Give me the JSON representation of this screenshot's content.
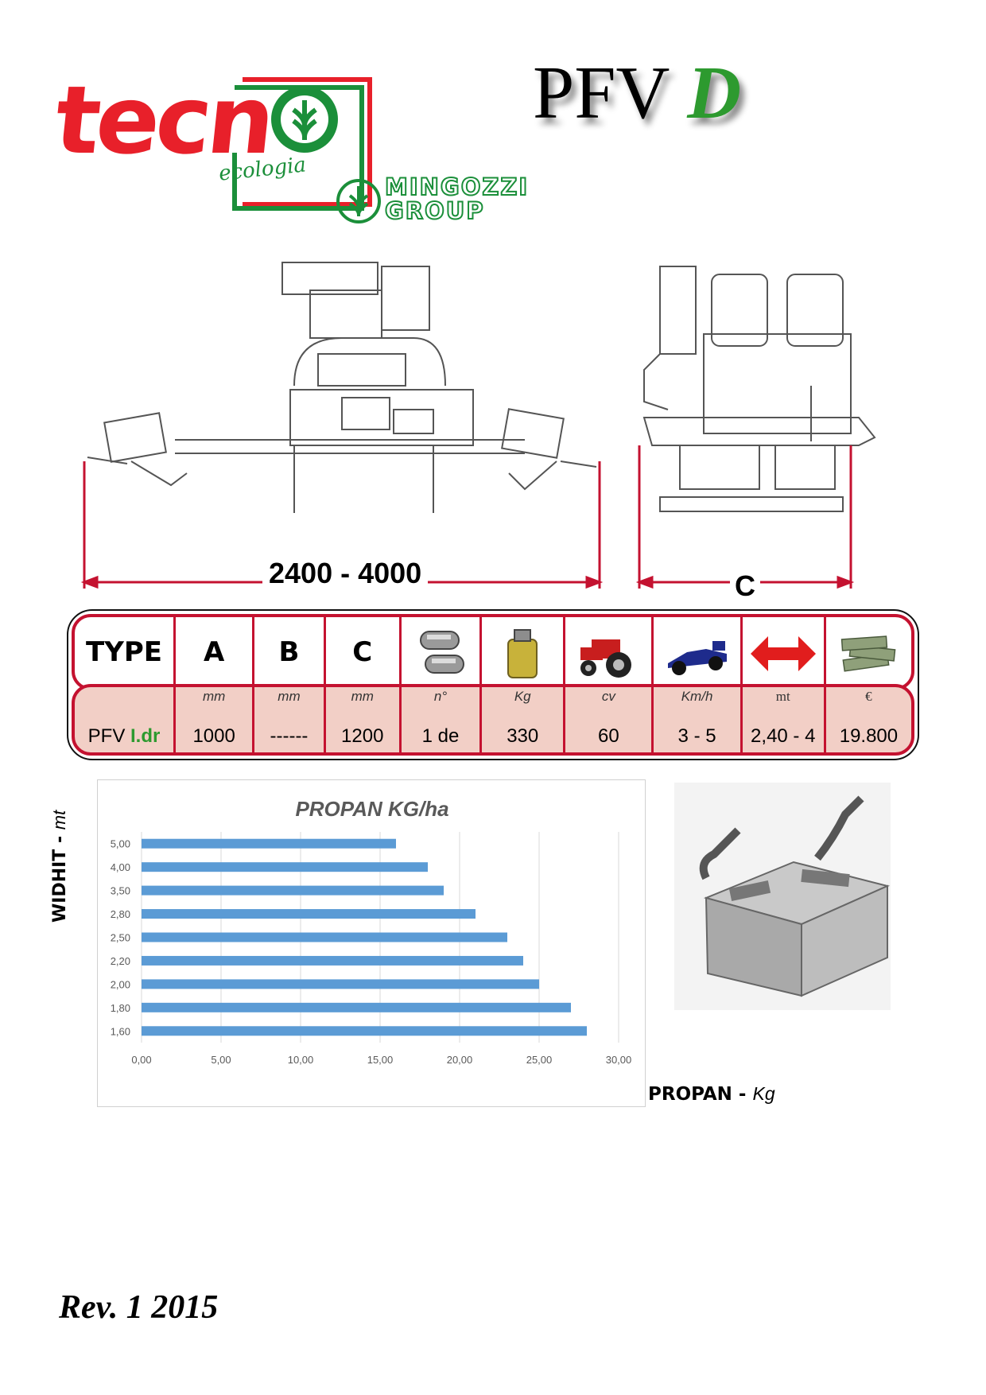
{
  "header": {
    "brand_tecn": "tecn",
    "brand_ecologia": "ecologia",
    "brand_mingozzi_line1": "MINGOZZI",
    "brand_mingozzi_line2": "GROUP",
    "product_name": "PFV",
    "product_suffix": "D"
  },
  "dimensions": {
    "width_range": "2400 - 4000",
    "depth_label": "C"
  },
  "spec_table": {
    "headers": [
      "TYPE",
      "A",
      "B",
      "C"
    ],
    "icons": [
      "gas-cylinders-icon",
      "propane-tank-icon",
      "tractor-icon",
      "race-car-icon",
      "width-arrow-icon",
      "money-stack-icon"
    ],
    "units": [
      "",
      "mm",
      "mm",
      "mm",
      "n°",
      "Kg",
      "cv",
      "Km/h",
      "mt",
      "€"
    ],
    "row": {
      "type_prefix": "PFV",
      "type_suffix": "I.dr",
      "a": "1000",
      "b": "------",
      "c": "1200",
      "cylinders": "1 de",
      "weight": "330",
      "power": "60",
      "speed": "3 - 5",
      "working_width": "2,40 - 4",
      "price": "19.800"
    },
    "colors": {
      "border": "#c41230",
      "value_row_bg": "#f2cfc6"
    }
  },
  "axis_titles": {
    "y_main": "WIDHIT - ",
    "y_unit": "mt",
    "x_main": "PROPAN - ",
    "x_unit": "Kg"
  },
  "chart_data": {
    "type": "bar",
    "orientation": "horizontal",
    "title": "PROPAN KG/ha",
    "categories": [
      "1,60",
      "1,80",
      "2,00",
      "2,20",
      "2,50",
      "2,80",
      "3,50",
      "4,00",
      "5,00"
    ],
    "values": [
      28,
      27,
      25,
      24,
      23,
      21,
      19,
      18,
      16
    ],
    "x_ticks": [
      "0,00",
      "5,00",
      "10,00",
      "15,00",
      "20,00",
      "25,00",
      "30,00"
    ],
    "xlim": [
      0,
      30
    ],
    "grid": true,
    "bar_color": "#5b9bd5"
  },
  "footer": {
    "revision": "Rev. 1 2015"
  }
}
